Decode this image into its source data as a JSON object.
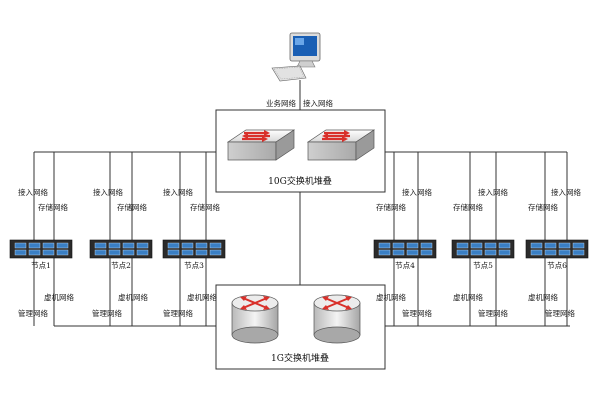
{
  "top_links": {
    "business_network": "业务网络",
    "access_network": "接入网络"
  },
  "switch_stack_10g": {
    "label": "10G交换机堆叠"
  },
  "switch_stack_1g": {
    "label": "1G交换机堆叠"
  },
  "net_labels": {
    "access": "接入网络",
    "storage": "存储网络",
    "virtual": "虚机网络",
    "management": "管理网络"
  },
  "nodes": [
    {
      "label": "节点1"
    },
    {
      "label": "节点2"
    },
    {
      "label": "节点3"
    },
    {
      "label": "节点4"
    },
    {
      "label": "节点5"
    },
    {
      "label": "节点6"
    }
  ],
  "colors": {
    "arrow_red": "#d9302a",
    "device_fill": "#f0f0f0",
    "server_blue": "#3a7fc4",
    "server_dark": "#2b2b2b"
  }
}
